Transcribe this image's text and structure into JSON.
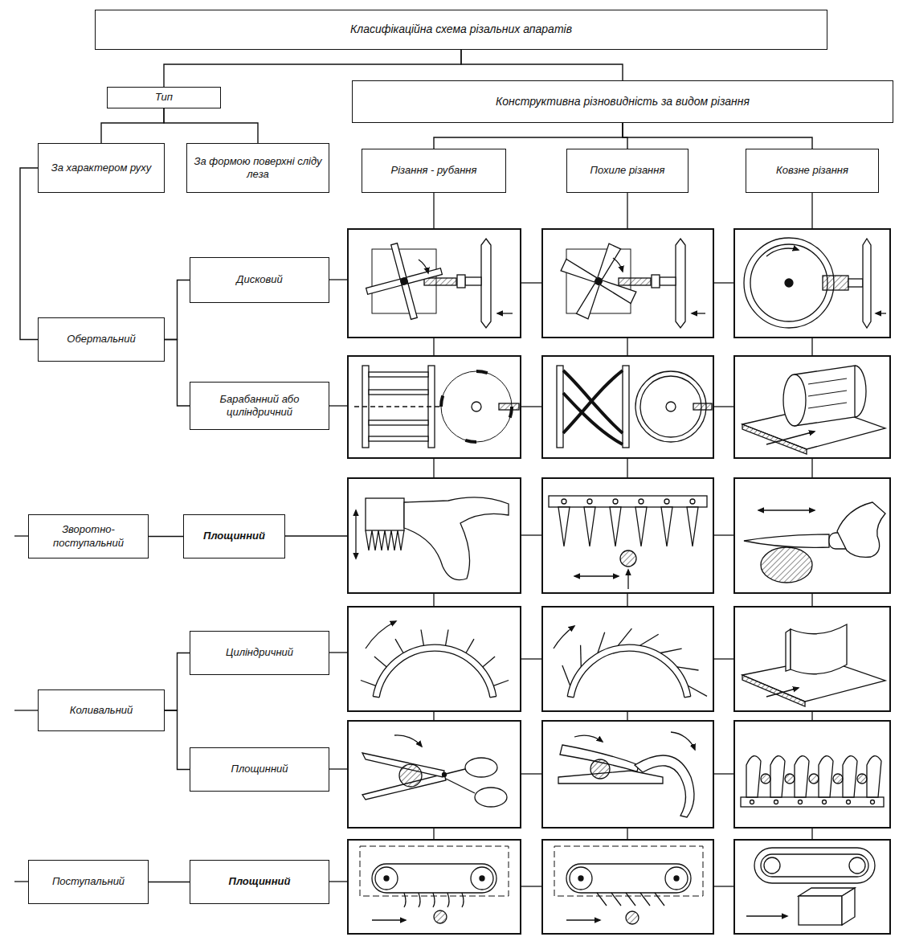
{
  "diagram": {
    "nodes": [
      {
        "text": [
          "Класифікаційна схема різальних апаратів"
        ]
      },
      {
        "text": [
          "Тип"
        ]
      },
      {
        "text": [
          "Конструктивна різновидність за видом різання"
        ]
      },
      {
        "text": [
          "За характером руху"
        ]
      },
      {
        "text": [
          "За формою поверхні сліду леза"
        ]
      },
      {
        "text": [
          "Різання - рубання"
        ]
      },
      {
        "text": [
          "Похиле різання"
        ]
      },
      {
        "text": [
          "Ковзне різання"
        ]
      },
      {
        "text": [
          "Дисковий"
        ]
      },
      {
        "text": [
          "Обертальний"
        ]
      },
      {
        "text": [
          "Барабанний або циліндричний"
        ]
      },
      {
        "text": [
          "Зворотно- поступальний"
        ]
      },
      {
        "text": [
          "Площинний"
        ]
      },
      {
        "text": [
          "Циліндричний"
        ]
      },
      {
        "text": [
          "Коливальний"
        ]
      },
      {
        "text": [
          "Площинний"
        ]
      },
      {
        "text": [
          "Поступальний"
        ]
      },
      {
        "text": [
          "Площинний"
        ]
      }
    ],
    "edges": [
      {
        "from": 0,
        "to": 1,
        "arrow": "none"
      },
      {
        "from": 0,
        "to": 2,
        "arrow": "none"
      },
      {
        "from": 1,
        "to": 3,
        "arrow": "none"
      },
      {
        "from": 1,
        "to": 4,
        "arrow": "none"
      },
      {
        "from": 2,
        "to": 5,
        "arrow": "none"
      },
      {
        "from": 2,
        "to": 6,
        "arrow": "none"
      },
      {
        "from": 2,
        "to": 7,
        "arrow": "none"
      },
      {
        "from": 3,
        "to": 9,
        "arrow": "none"
      },
      {
        "from": 9,
        "to": 8,
        "arrow": "none"
      },
      {
        "from": 9,
        "to": 10,
        "arrow": "none"
      },
      {
        "from": 11,
        "to": 12,
        "arrow": "none"
      },
      {
        "from": 14,
        "to": 13,
        "arrow": "none"
      },
      {
        "from": 14,
        "to": 15,
        "arrow": "none"
      },
      {
        "from": 16,
        "to": 17,
        "arrow": "none"
      }
    ]
  }
}
